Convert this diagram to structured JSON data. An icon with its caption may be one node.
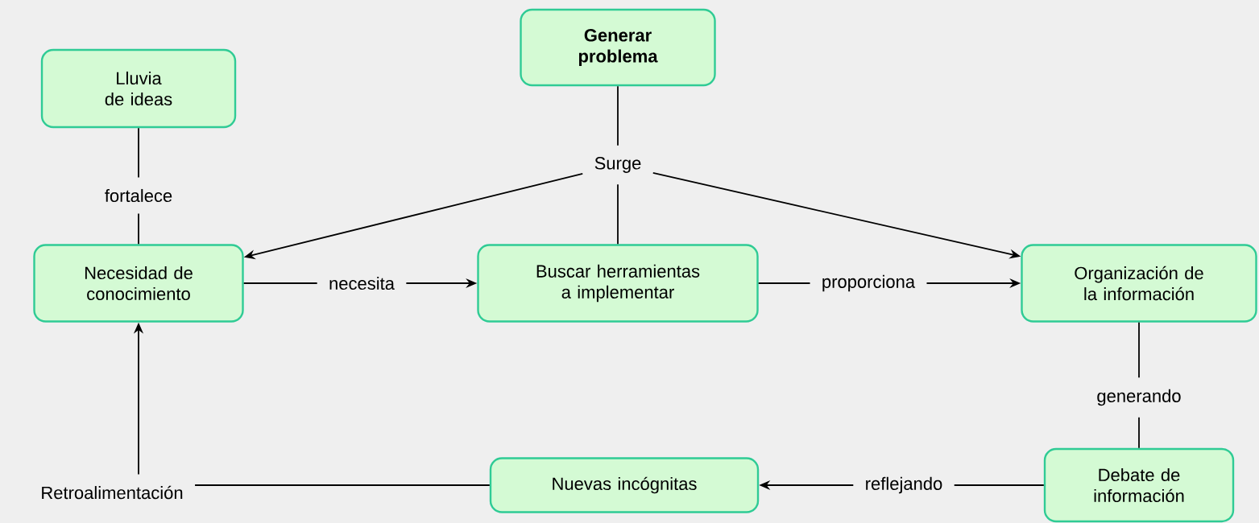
{
  "diagram": {
    "nodes": [
      {
        "text": [
          "Generar problema"
        ]
      },
      {
        "text": [
          "Lluvia de ideas"
        ]
      },
      {
        "text": [
          "Surge"
        ]
      },
      {
        "text": [
          "fortalece"
        ]
      },
      {
        "text": [
          "Necesidad de conocimiento"
        ]
      },
      {
        "text": [
          "necesita"
        ]
      },
      {
        "text": [
          "Buscar herramientas a implementar"
        ]
      },
      {
        "text": [
          "proporciona"
        ]
      },
      {
        "text": [
          "Organización de la información"
        ]
      },
      {
        "text": [
          "generando"
        ]
      },
      {
        "text": [
          "Retroalimentación"
        ]
      },
      {
        "text": [
          "Nuevas incógnitas"
        ]
      },
      {
        "text": [
          "reflejando"
        ]
      },
      {
        "text": [
          "Debate de información"
        ]
      }
    ],
    "edges": [
      {
        "from": 0,
        "to": 2,
        "arrow": "none"
      },
      {
        "from": 2,
        "to": 4,
        "arrow": "to"
      },
      {
        "from": 2,
        "to": 6,
        "arrow": "none"
      },
      {
        "from": 2,
        "to": 8,
        "arrow": "to"
      },
      {
        "from": 1,
        "to": 3,
        "arrow": "none"
      },
      {
        "from": 3,
        "to": 4,
        "arrow": "none"
      },
      {
        "from": 4,
        "to": 5,
        "arrow": "none"
      },
      {
        "from": 5,
        "to": 6,
        "arrow": "to"
      },
      {
        "from": 6,
        "to": 7,
        "arrow": "none"
      },
      {
        "from": 7,
        "to": 8,
        "arrow": "to"
      },
      {
        "from": 8,
        "to": 9,
        "arrow": "none"
      },
      {
        "from": 9,
        "to": 13,
        "arrow": "none"
      },
      {
        "from": 13,
        "to": 12,
        "arrow": "none"
      },
      {
        "from": 12,
        "to": 11,
        "arrow": "to"
      },
      {
        "from": 11,
        "to": 10,
        "arrow": "none"
      },
      {
        "from": 10,
        "to": 4,
        "arrow": "to"
      }
    ]
  }
}
